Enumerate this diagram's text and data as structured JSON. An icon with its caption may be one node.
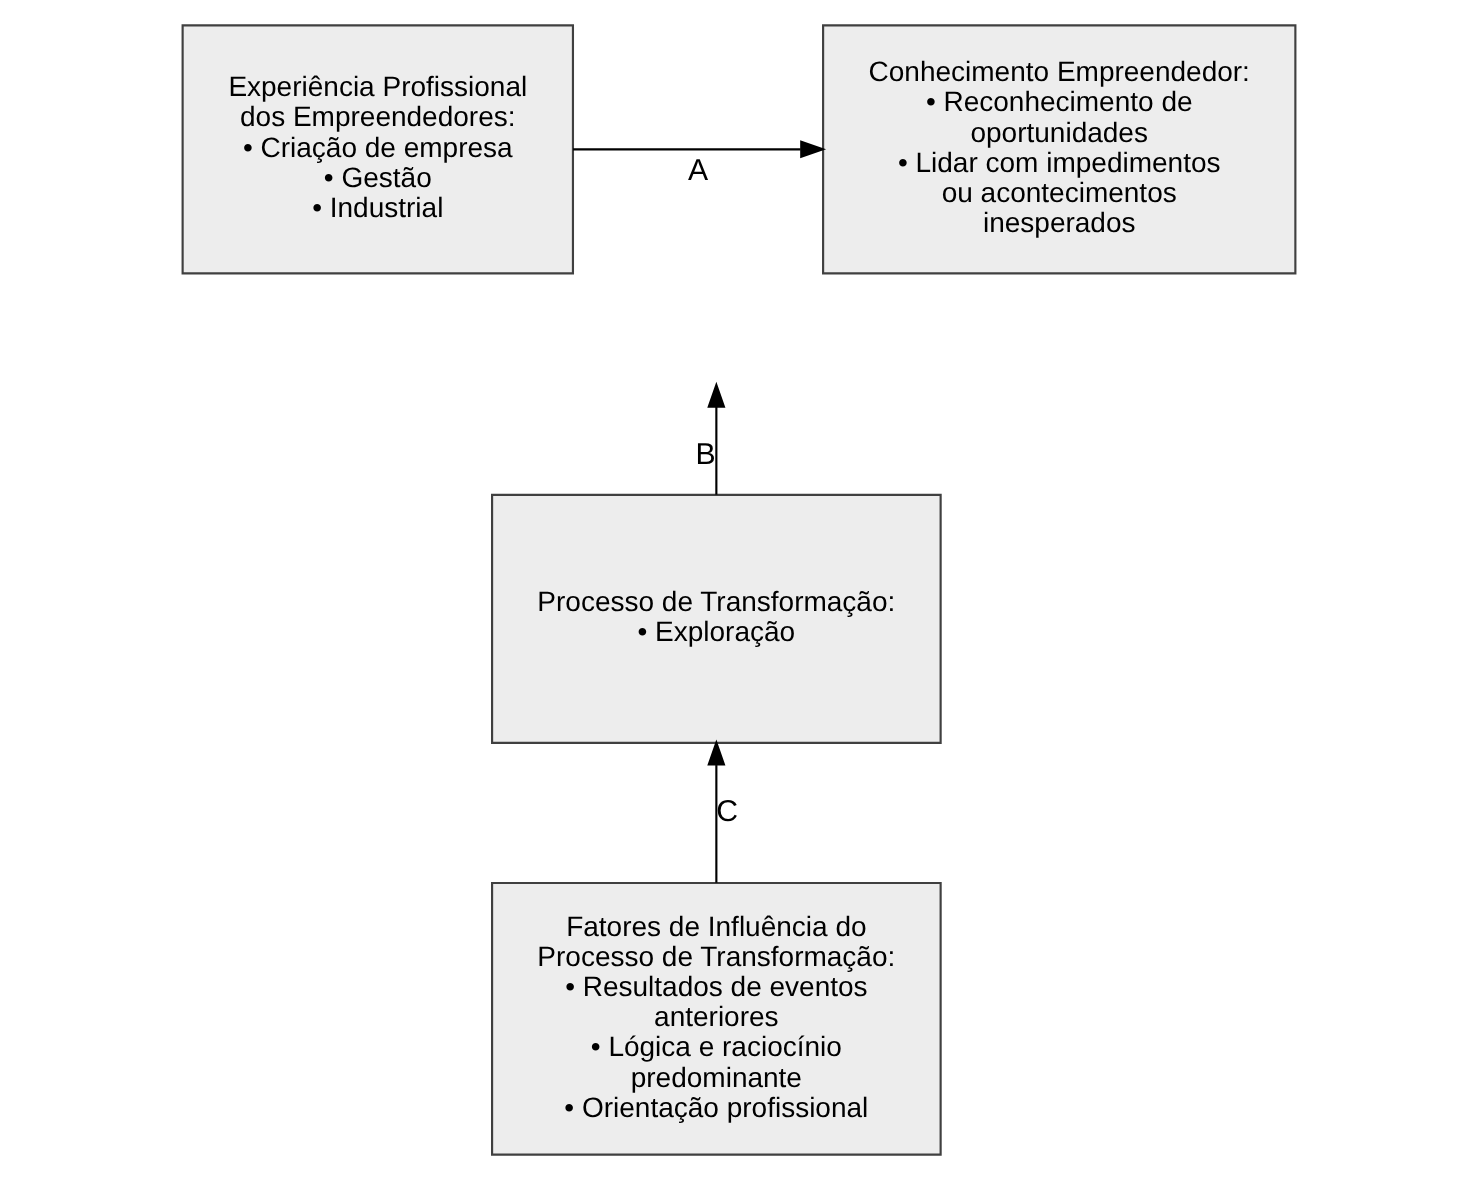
{
  "diagram": {
    "nodes": [
      {
        "text": [
          "Experiência Profissional dos Empreendedores:",
          "• Criação de empresa",
          "• Gestão",
          "• Industrial"
        ]
      },
      {
        "text": [
          "Conhecimento Empreendedor:",
          "• Reconhecimento de oportunidades",
          "• Lidar com impedimentos ou acontecimentos inesperados"
        ]
      },
      {
        "text": [
          "Processo de Transformação:",
          "• Exploração"
        ]
      },
      {
        "text": [
          "Fatores de Influência do Processo de Transformação:",
          "• Resultados de eventos anteriores",
          "• Lógica e raciocínio predominante",
          "• Orientação profissional"
        ]
      }
    ],
    "edges": [
      {
        "from": 0,
        "to": 1,
        "arrow": "to",
        "label": "A"
      },
      {
        "from": 2,
        "to": null,
        "arrow": "to",
        "label": "B"
      },
      {
        "from": 3,
        "to": 2,
        "arrow": "to",
        "label": "C"
      }
    ]
  }
}
